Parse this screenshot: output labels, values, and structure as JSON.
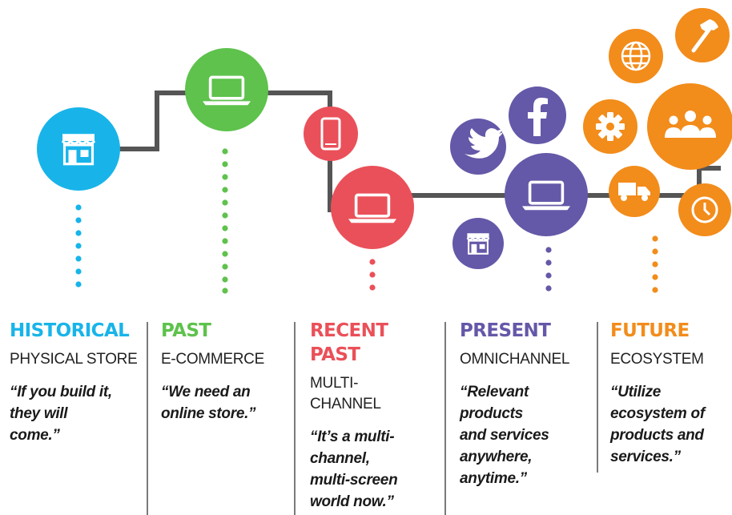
{
  "colors": {
    "historical": "#18b4e9",
    "past": "#5ec24c",
    "recent_past": "#ea5059",
    "present": "#6458a8",
    "future": "#f28c1b",
    "connector": "#555555"
  },
  "icons": {
    "historical": "store-icon",
    "past": "laptop-icon",
    "recent_past_top": "mobile-phone-icon",
    "recent_past_main": "laptop-icon",
    "present_twitter": "twitter-icon",
    "present_facebook": "facebook-icon",
    "present_store": "store-icon",
    "present_main": "laptop-icon",
    "future_globe": "globe-icon",
    "future_hammer": "hammer-icon",
    "future_gear": "gear-icon",
    "future_people": "people-icon",
    "future_truck": "delivery-truck-icon",
    "future_clock": "clock-icon"
  },
  "eras": [
    {
      "title": "HISTORICAL",
      "subtitle": "PHYSICAL STORE",
      "quote": "“If you build it,\nthey will\ncome.”"
    },
    {
      "title": "PAST",
      "subtitle": "E-COMMERCE",
      "quote": "“We need an\nonline store.”"
    },
    {
      "title": "RECENT\nPAST",
      "subtitle": "MULTI-\nCHANNEL",
      "quote": "“It’s a multi-\nchannel,\nmulti-screen\nworld now.”"
    },
    {
      "title": "PRESENT",
      "subtitle": "OMNICHANNEL",
      "quote": "“Relevant\nproducts\nand services\nanywhere,\nanytime.”"
    },
    {
      "title": "FUTURE",
      "subtitle": "ECOSYSTEM",
      "quote": "“Utilize\necosystem of\nproducts and\nservices.”"
    }
  ]
}
